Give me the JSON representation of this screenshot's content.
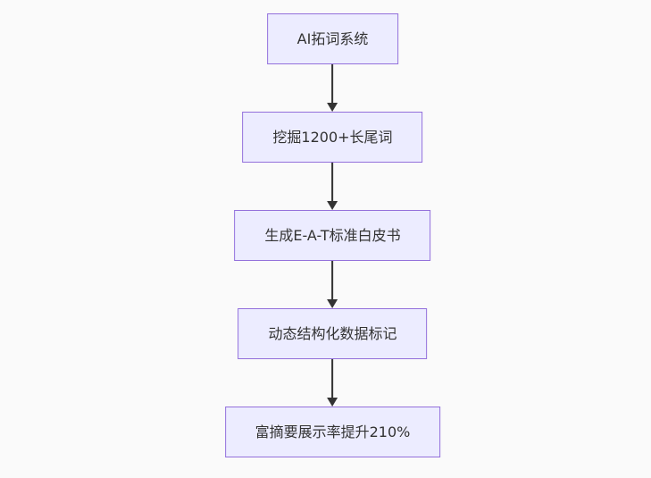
{
  "flowchart": {
    "direction": "top-down",
    "colors": {
      "background": "#fafafa",
      "node_fill": "#ECECFF",
      "node_border": "#9370DB",
      "text_color": "#333333",
      "arrow_color": "#333333"
    },
    "nodes": [
      {
        "label": "AI拓词系统"
      },
      {
        "label": "挖掘1200+长尾词"
      },
      {
        "label": "生成E-A-T标准白皮书"
      },
      {
        "label": "动态结构化数据标记"
      },
      {
        "label": "富摘要展示率提升210%"
      }
    ],
    "edges": [
      {
        "from": 0,
        "to": 1
      },
      {
        "from": 1,
        "to": 2
      },
      {
        "from": 2,
        "to": 3
      },
      {
        "from": 3,
        "to": 4
      }
    ]
  }
}
